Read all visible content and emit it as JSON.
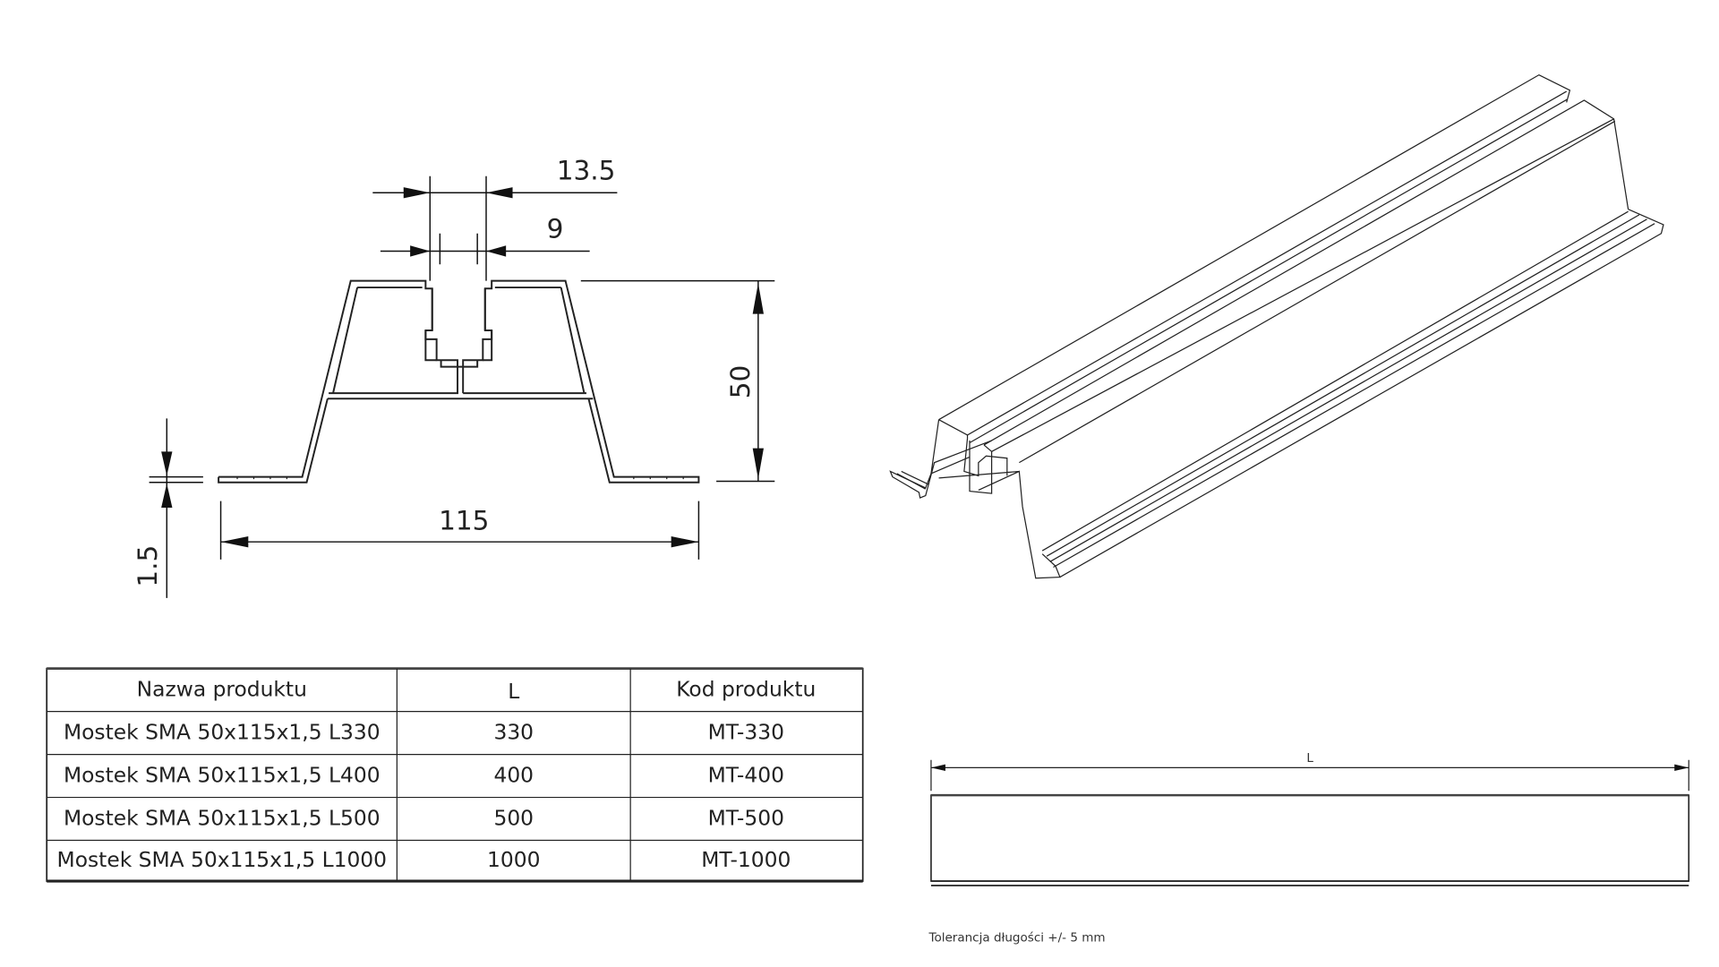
{
  "cross_section": {
    "dimensions": {
      "slot_outer": "13.5",
      "slot_inner": "9",
      "height": "50",
      "width": "115",
      "thickness": "1.5"
    }
  },
  "table": {
    "headers": [
      "Nazwa produktu",
      "L",
      "Kod produktu"
    ],
    "rows": [
      [
        "Mostek SMA 50x115x1,5 L330",
        "330",
        "MT-330"
      ],
      [
        "Mostek SMA 50x115x1,5 L400",
        "400",
        "MT-400"
      ],
      [
        "Mostek SMA 50x115x1,5 L500",
        "500",
        "MT-500"
      ],
      [
        "Mostek SMA 50x115x1,5 L1000",
        "1000",
        "MT-1000"
      ]
    ]
  },
  "side_view": {
    "length_label": "L",
    "tolerance_note": "Tolerancja długości +/- 5 mm"
  }
}
